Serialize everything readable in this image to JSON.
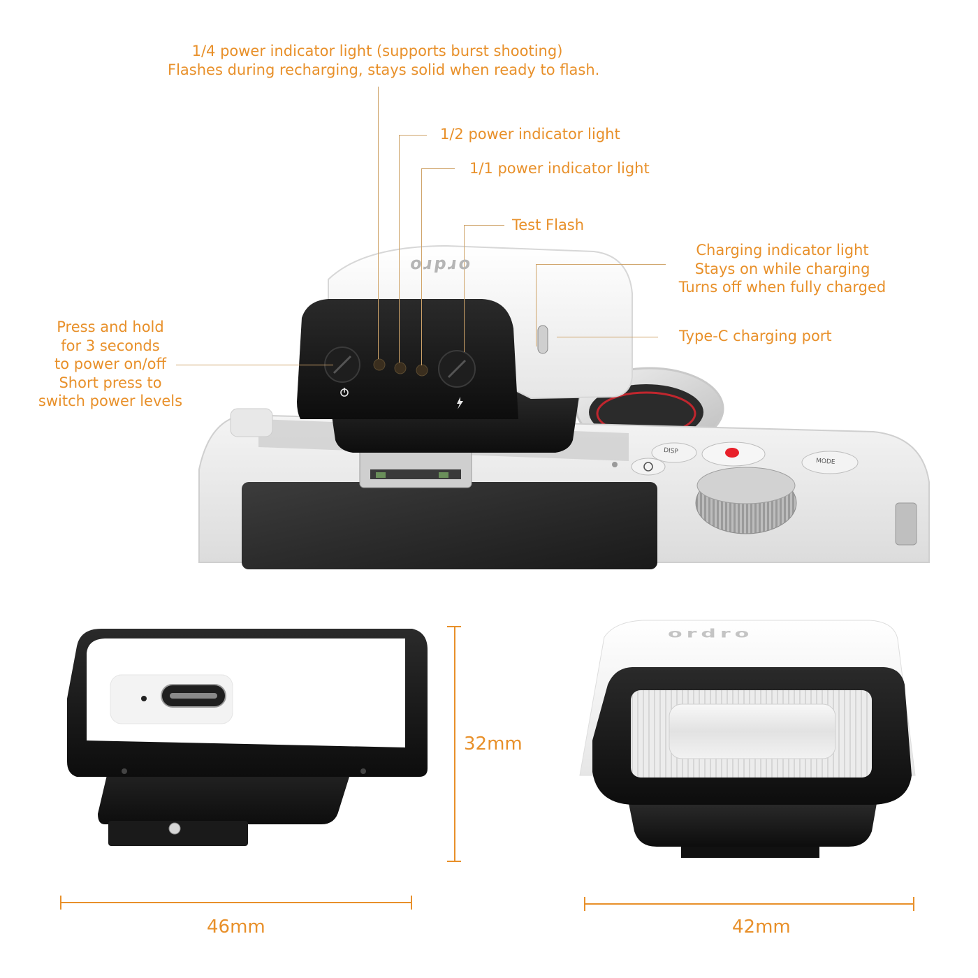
{
  "brand": {
    "logo": "ordro"
  },
  "callouts": {
    "quarter_power": {
      "line1": "1/4 power indicator light (supports burst shooting)",
      "line2": "Flashes during recharging, stays solid when ready to flash."
    },
    "half_power": "1/2 power indicator light",
    "full_power": "1/1 power indicator light",
    "test_flash": "Test Flash",
    "charging_indicator": {
      "line1": "Charging indicator light",
      "line2": "Stays on while charging",
      "line3": "Turns off when fully charged"
    },
    "type_c_port": "Type-C charging port",
    "power_button": {
      "line1": "Press and hold",
      "line2": "for 3 seconds",
      "line3": "to power on/off",
      "line4": "Short press to",
      "line5": "switch power levels"
    }
  },
  "camera_buttons": {
    "disp": "DISP",
    "mode": "MODE"
  },
  "dimensions": {
    "height": "32mm",
    "width_side": "46mm",
    "width_front": "42mm"
  },
  "colors": {
    "accent": "#e8902a",
    "leader_line": "#cfa46a",
    "record_red": "#e8202a"
  },
  "icons": [
    "power-icon",
    "lightning-icon",
    "usb-c-port-icon",
    "record-dot-icon"
  ]
}
